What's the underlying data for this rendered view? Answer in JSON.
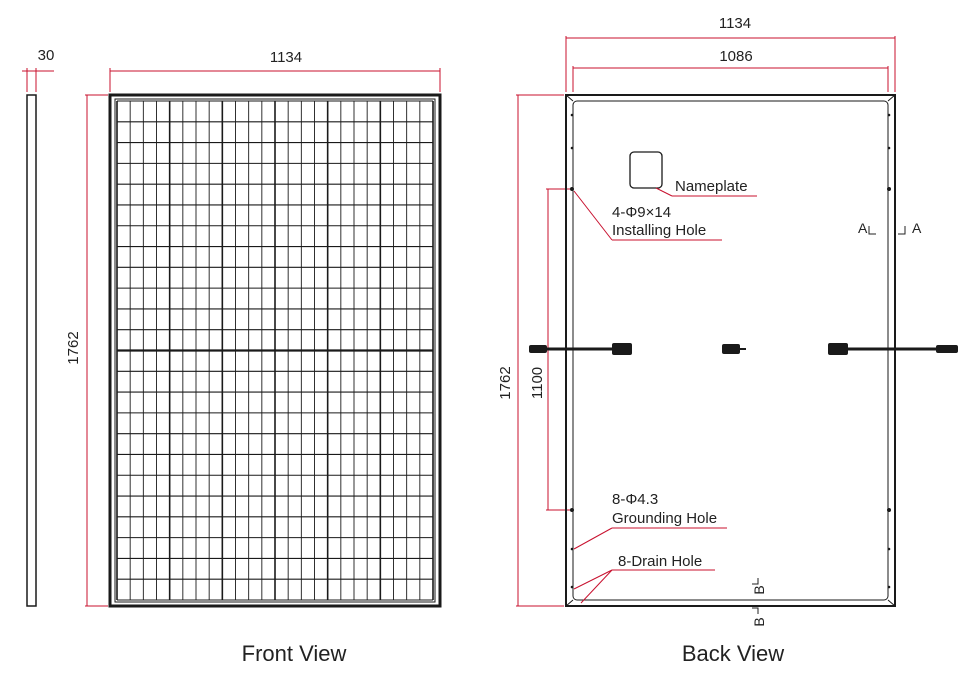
{
  "colors": {
    "outline": "#1a1a1a",
    "dimension": "#c8102e",
    "cell_grid": "#1a1a1a"
  },
  "side_view": {
    "thickness": "30"
  },
  "front_view": {
    "title": "Front View",
    "width": "1134",
    "height": "1762"
  },
  "back_view": {
    "title": "Back View",
    "outer_width": "1134",
    "inner_width": "1086",
    "height": "1762",
    "hole_spacing": "1100",
    "installing_hole": {
      "spec": "4-Φ9×14",
      "name": "Installing Hole"
    },
    "nameplate": "Nameplate",
    "grounding_hole": {
      "spec": "8-Φ4.3",
      "name": "Grounding Hole"
    },
    "drain_hole": "8-Drain Hole",
    "section_a_left": "A",
    "section_a_right": "A",
    "section_b_left": "B",
    "section_b_right": "B"
  }
}
